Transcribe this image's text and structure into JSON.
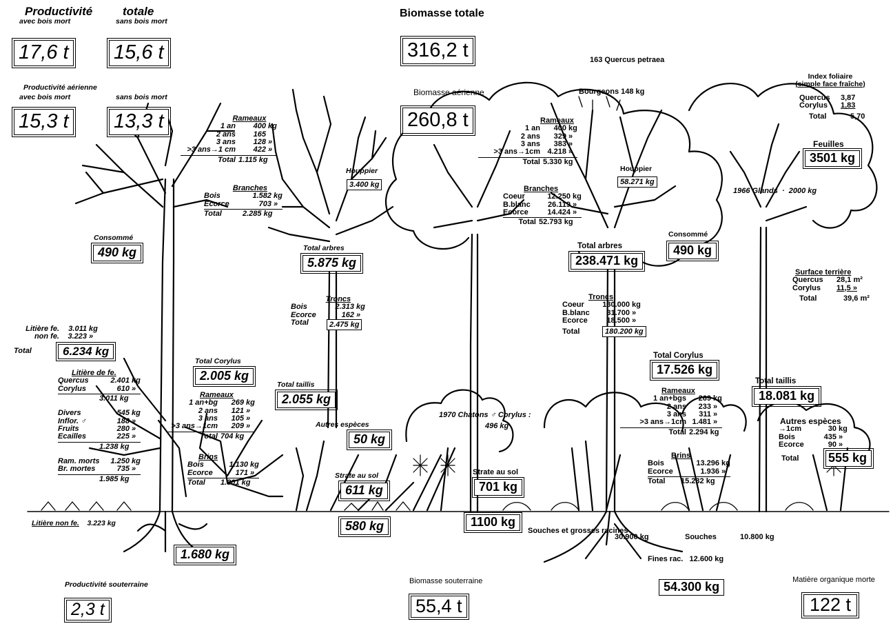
{
  "species": "163 Quercus petraea",
  "productivite_totale": {
    "title_a": "Productivité",
    "title_b": "totale",
    "avec_label": "avec bois mort",
    "sans_label": "sans bois mort",
    "avec": "17,6 t",
    "sans": "15,6 t"
  },
  "productivite_aerienne": {
    "title": "Productivité aérienne",
    "avec_label": "avec bois mort",
    "sans_label": "sans bois mort",
    "avec": "15,3 t",
    "sans": "13,3 t"
  },
  "productivite_souterraine": {
    "title": "Productivité souterraine",
    "value": "2,3 t"
  },
  "biomasse_totale": {
    "title": "Biomasse totale",
    "value": "316,2 t"
  },
  "biomasse_aerienne": {
    "title": "Biomasse aérienne",
    "value": "260,8 t"
  },
  "biomasse_souterraine": {
    "title": "Biomasse souterraine",
    "value": "55,4 t"
  },
  "matiere_organique_morte": {
    "title": "Matière organique morte",
    "value": "122 t"
  },
  "left": {
    "rameaux": {
      "title": "Rameaux",
      "rows": [
        [
          "1 an",
          "400",
          "kg"
        ],
        [
          "2 ans",
          "165",
          ""
        ],
        [
          "3 ans",
          "128",
          "»"
        ],
        [
          ">3 ans→1 cm",
          "422",
          "»"
        ]
      ],
      "total_label": "Total",
      "total": "1.115 kg"
    },
    "branches": {
      "title": "Branches",
      "rows": [
        [
          "Bois",
          "1.582",
          "kg"
        ],
        [
          "Ecorce",
          "703",
          "»"
        ]
      ],
      "total_label": "Total",
      "total": "2.285 kg"
    },
    "houppier": {
      "label": "Houppier",
      "value": "3.400 kg"
    },
    "consomme": {
      "label": "Consommé",
      "value": "490 kg"
    },
    "total_arbres": {
      "label": "Total arbres",
      "value": "5.875 kg"
    },
    "troncs": {
      "title": "Troncs",
      "rows": [
        [
          "Bois",
          "2.313",
          "kg"
        ],
        [
          "Ecorce",
          "162",
          "»"
        ]
      ],
      "total_label": "Total",
      "total": "2.475 kg"
    },
    "litiere_summary": {
      "rows": [
        [
          "Litière fe.",
          "3.011",
          "kg"
        ],
        [
          "non fe.",
          "3.223",
          "»"
        ]
      ],
      "total_label": "Total",
      "total": "6.234 kg"
    },
    "litiere_fe": {
      "title": "Litière de fe.",
      "rows": [
        [
          "Quercus",
          "2.401",
          "kg"
        ],
        [
          "Corylus",
          "610",
          "»"
        ]
      ],
      "sub": "3.011 kg",
      "rows2": [
        [
          "Divers",
          "545",
          "kg"
        ],
        [
          "Inflor. ♂",
          "188",
          "»"
        ],
        [
          "Fruits",
          "280",
          "»"
        ],
        [
          "Ecailles",
          "225",
          "»"
        ]
      ],
      "sub2": "1.238 kg",
      "rows3": [
        [
          "Ram. morts",
          "1.250",
          "kg"
        ],
        [
          "Br. mortes",
          "735",
          "»"
        ]
      ],
      "sub3": "1.985 kg"
    },
    "litiere_non_fe": {
      "label": "Litière non fe.",
      "value": "3.223 kg"
    },
    "total_corylus": {
      "label": "Total Corylus",
      "value": "2.005 kg"
    },
    "rameaux_corylus": {
      "title": "Rameaux",
      "rows": [
        [
          "1 an+bg",
          "269",
          "kg"
        ],
        [
          "2 ans",
          "121",
          "»"
        ],
        [
          "3 ans",
          "105",
          "»"
        ],
        [
          ">3 ans→1cm",
          "209",
          "»"
        ]
      ],
      "total_label": "Total",
      "total": "704 kg"
    },
    "brins": {
      "title": "Brins",
      "rows": [
        [
          "Bois",
          "1.130",
          "kg"
        ],
        [
          "Ecorce",
          "171",
          "»"
        ]
      ],
      "total_label": "Total",
      "total": "1.301 kg"
    },
    "total_taillis": {
      "label": "Total taillis",
      "value": "2.055 kg"
    },
    "autres_especes": {
      "label": "Autres espèces",
      "value": "50 kg"
    },
    "strate_au_sol": {
      "label": "Strate au sol",
      "value": "611 kg"
    },
    "sol_value": "580 kg",
    "racines": "1.680 kg"
  },
  "right": {
    "bourgeons": "Bourgeons 148 kg",
    "rameaux": {
      "title": "Rameaux",
      "rows": [
        [
          "1 an",
          "400",
          "kg"
        ],
        [
          "2 ans",
          "329",
          "»"
        ],
        [
          "3 ans",
          "383",
          "»"
        ],
        [
          ">3 ans→1cm",
          "4.218",
          "»"
        ]
      ],
      "total_label": "Total",
      "total": "5.330 kg"
    },
    "branches": {
      "title": "Branches",
      "rows": [
        [
          "Coeur",
          "12.250",
          "kg"
        ],
        [
          "B.blanc",
          "26.119",
          "»"
        ],
        [
          "Ecorce",
          "14.424",
          "»"
        ]
      ],
      "total_label": "Total",
      "total": "52.793 kg"
    },
    "houppier": {
      "label": "Houppier",
      "value": "58.271 kg"
    },
    "total_arbres": {
      "label": "Total arbres",
      "value": "238.471 kg"
    },
    "troncs": {
      "title": "Troncs",
      "rows": [
        [
          "Coeur",
          "130.000",
          "kg"
        ],
        [
          "B.blanc",
          "31.700",
          "»"
        ],
        [
          "Ecorce",
          "18.500",
          "»"
        ]
      ],
      "total_label": "Total",
      "total": "180.200 kg"
    },
    "consomme": {
      "label": "Consommé",
      "value": "490 kg"
    },
    "index_foliaire": {
      "title_a": "Index foliaire",
      "title_b": "(simple face fraîche)",
      "rows": [
        [
          "Quercus",
          "3,87"
        ],
        [
          "Corylus",
          "1,83"
        ]
      ],
      "total_label": "Total",
      "total": "5,70"
    },
    "feuilles": {
      "label": "Feuilles",
      "value": "3501 kg"
    },
    "glands": {
      "label": "1966 Glands",
      "value": "2000 kg"
    },
    "surface_terriere": {
      "title": "Surface terrière",
      "rows": [
        [
          "Quercus",
          "28,1 m²"
        ],
        [
          "Corylus",
          "11,5 »"
        ]
      ],
      "total_label": "Total",
      "total": "39,6 m²"
    },
    "total_corylus": {
      "label": "Total Corylus",
      "value": "17.526 kg"
    },
    "rameaux_corylus": {
      "title": "Rameaux",
      "rows": [
        [
          "1 an+bgs",
          "269",
          "kg"
        ],
        [
          "2 ans",
          "233",
          "»"
        ],
        [
          "3 ans",
          "311",
          "»"
        ],
        [
          ">3 ans→1cm",
          "1.481",
          "»"
        ]
      ],
      "total_label": "Total",
      "total": "2.294 kg"
    },
    "brins": {
      "title": "Brins",
      "rows": [
        [
          "Bois",
          "13.296",
          "kg"
        ],
        [
          "Ecorce",
          "1.936",
          "»"
        ]
      ],
      "total_label": "Total",
      "total": "15.232 kg"
    },
    "total_taillis": {
      "label": "Total taillis",
      "value": "18.081 kg"
    },
    "autres_especes": {
      "title": "Autres espèces",
      "rows": [
        [
          "→1cm",
          "30",
          "kg"
        ],
        [
          "Bois",
          "435",
          "»"
        ],
        [
          "Ecorce",
          "90",
          "»"
        ]
      ],
      "total_label": "Total",
      "total": "555 kg"
    },
    "chatons": {
      "label": "1970 Chatons ♂ Corylus :",
      "value": "496 kg"
    },
    "strate_au_sol": {
      "label": "Strate au sol",
      "value": "701 kg"
    },
    "sol_value": "1100 kg",
    "souches_grosses": {
      "label": "Souches et grosses racines",
      "value": "30.900 kg"
    },
    "souches": {
      "label": "Souches",
      "value": "10.800 kg"
    },
    "fines_racines": {
      "label": "Fines rac.",
      "value": "12.600 kg"
    },
    "souterrain_total": "54.300 kg"
  }
}
